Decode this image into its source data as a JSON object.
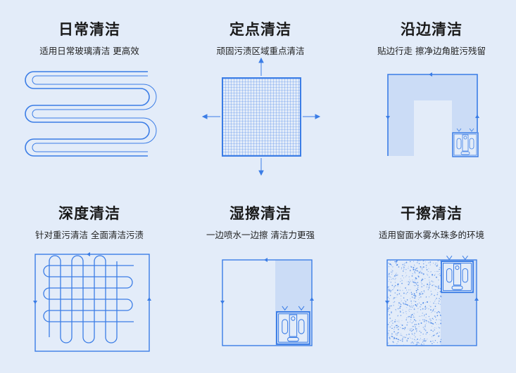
{
  "colors": {
    "accent": "#3b7de6",
    "fill": "#cbdcf6",
    "background": "#e3ecf9"
  },
  "modes": [
    {
      "title": "日常清洁",
      "subtitle": "适用日常玻璃清洁 更高效",
      "icon": "serpentine-path-icon"
    },
    {
      "title": "定点清洁",
      "subtitle": "顽固污渍区域重点清洁",
      "icon": "spot-grid-icon"
    },
    {
      "title": "沿边清洁",
      "subtitle": "贴边行走 擦净边角脏污残留",
      "icon": "edge-path-icon"
    },
    {
      "title": "深度清洁",
      "subtitle": "针对重污清洁 全面清洁污渍",
      "icon": "cross-serpentine-icon"
    },
    {
      "title": "湿擦清洁",
      "subtitle": "一边喷水一边擦 清洁力更强",
      "icon": "wet-wipe-icon"
    },
    {
      "title": "干擦清洁",
      "subtitle": "适用窗面水雾水珠多的环境",
      "icon": "dry-wipe-icon"
    }
  ]
}
